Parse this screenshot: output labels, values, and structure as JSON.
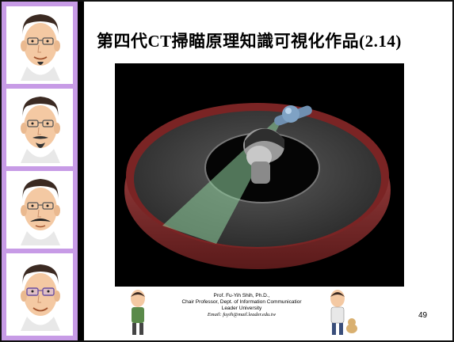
{
  "slide": {
    "title": "第四代CT掃瞄原理知識可視化作品(2.14)",
    "page_number": "49"
  },
  "footer": {
    "line1": "Prof. Fu-Yih Shih, Ph.D.,",
    "line2": "Chair Professor, Dept. of Information Communicatior",
    "line3": "Leader University",
    "email": "Email: fuyih@mail.leader.edu.tw"
  },
  "colors": {
    "sidebar_accent": "#c79be6",
    "ring_red": "#8e2b2b",
    "beam_green": "#8fd19e",
    "tube_blue": "#6f8fb0"
  },
  "icons": [
    "avatar-glasses-icon",
    "avatar-goatee-icon",
    "avatar-mustache-icon",
    "avatar-purple-glasses-icon",
    "presenter-figure-icon",
    "presenter-with-dog-icon"
  ]
}
